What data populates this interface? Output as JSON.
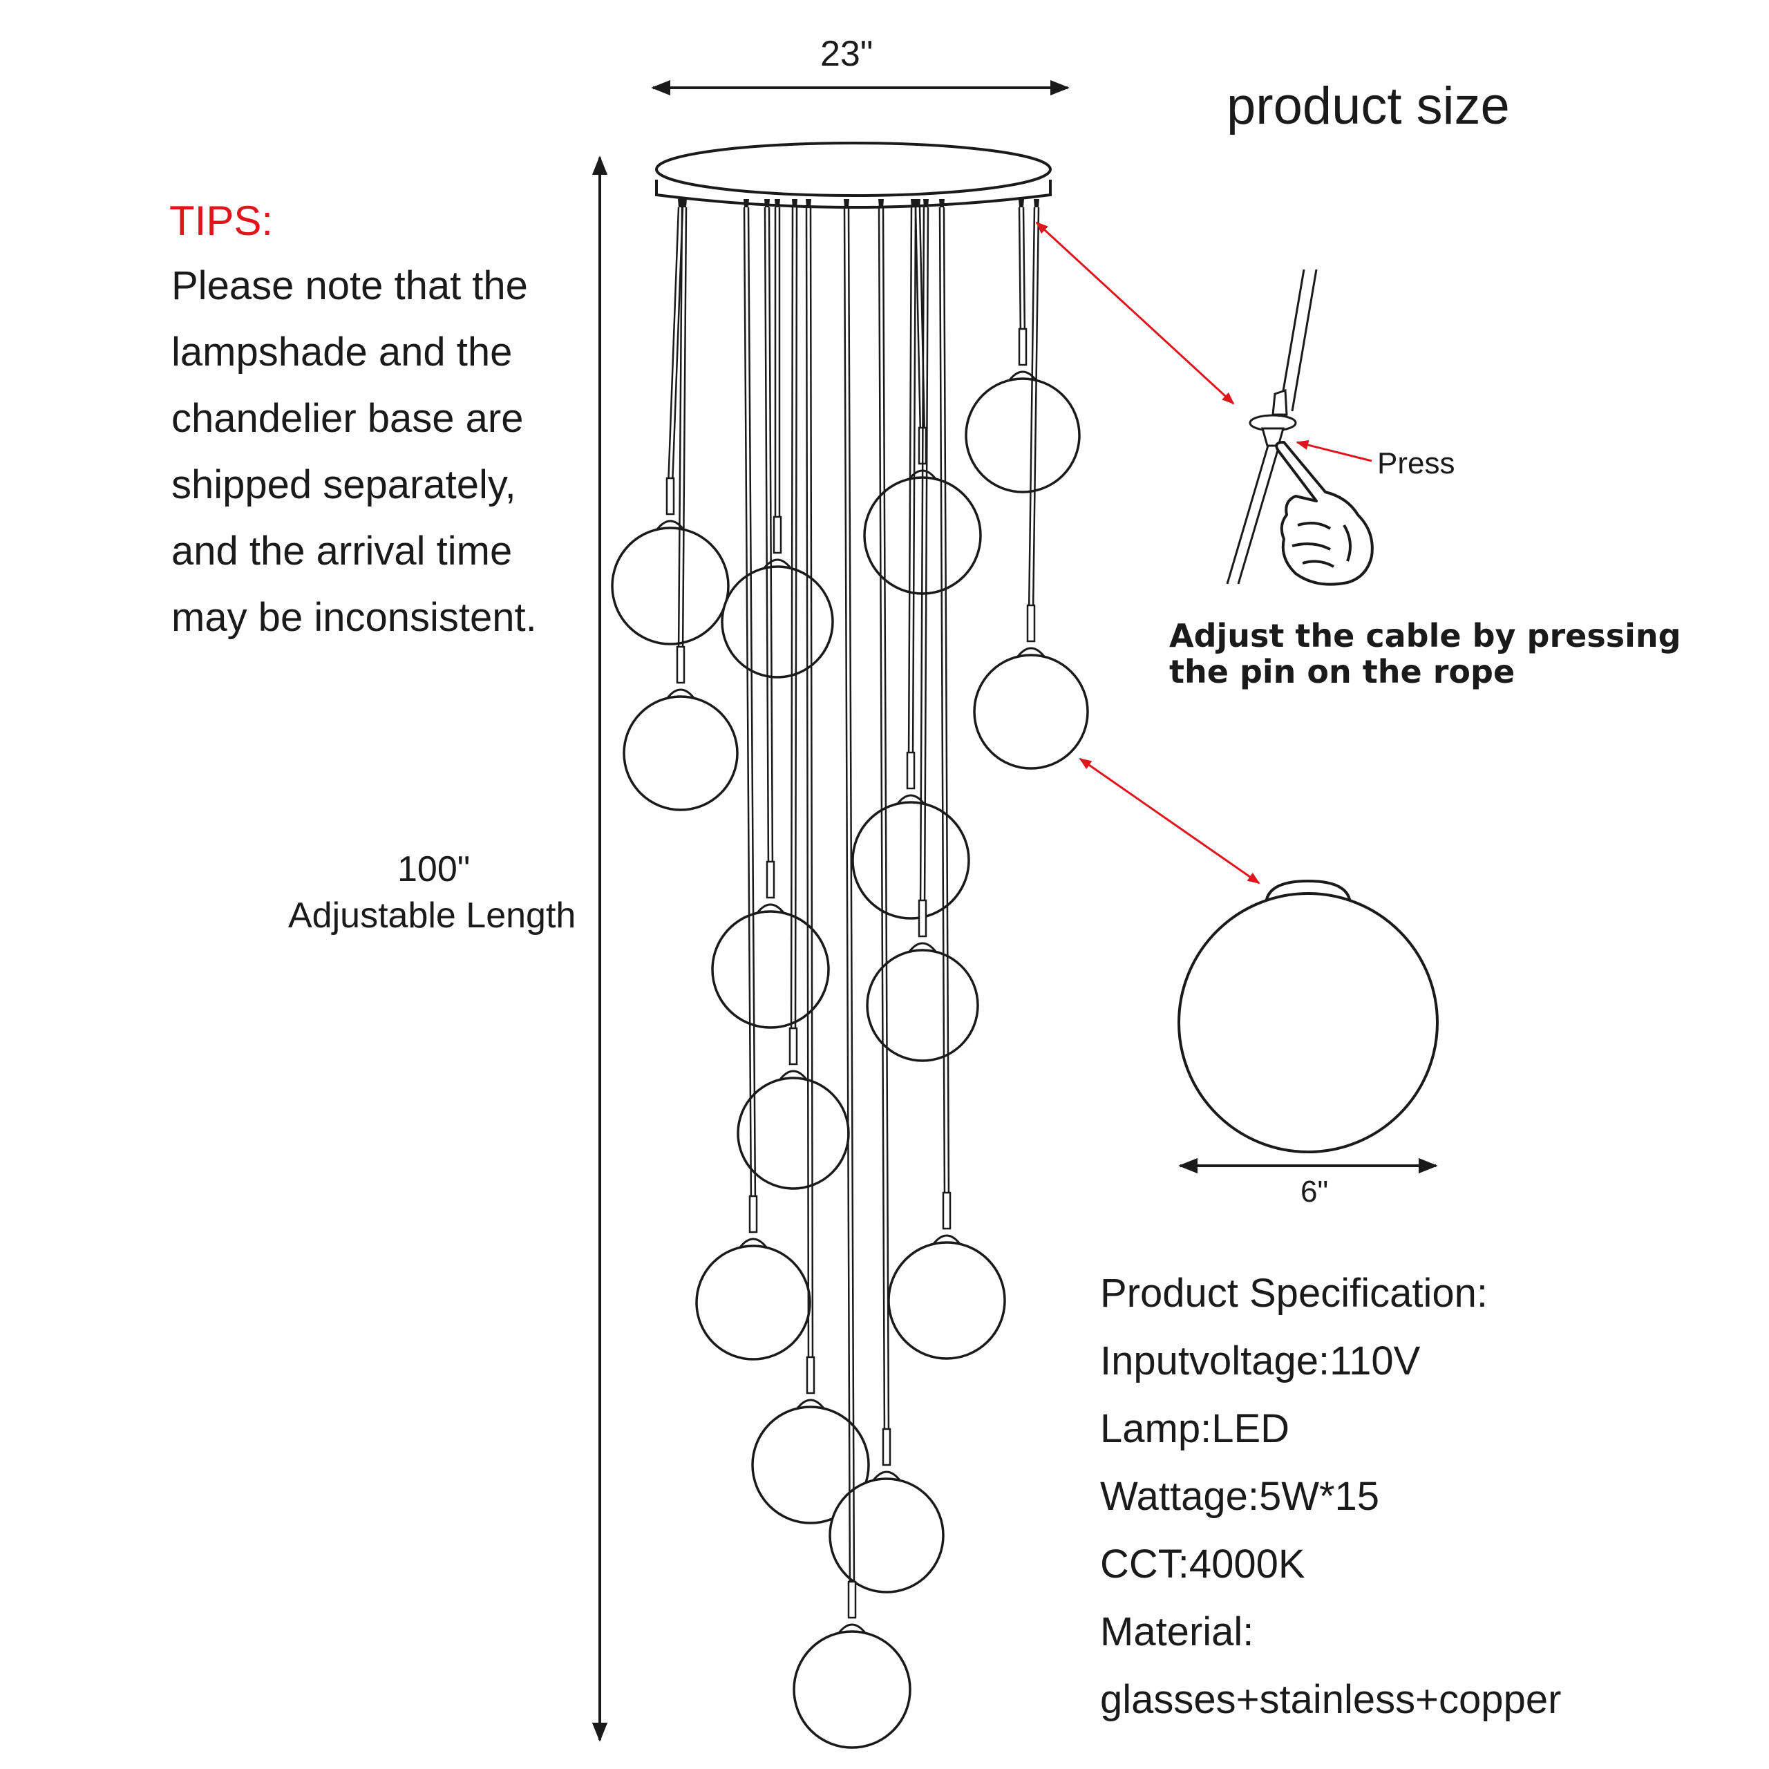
{
  "title": "product size",
  "tips": {
    "heading": "TIPS:",
    "lines": [
      "Please note that the",
      "lampshade and the",
      "chandelier base are",
      "shipped separately,",
      "and the arrival time",
      "may be inconsistent."
    ]
  },
  "dimensions": {
    "width": "23\"",
    "length": "100\"",
    "length_label": "Adjustable Length",
    "globe_diameter": "6\""
  },
  "adjust": {
    "press_label": "Press",
    "lines": [
      "Adjust the cable by pressing",
      "the pin on the rope"
    ]
  },
  "spec": {
    "heading": "Product Specification:",
    "lines": [
      "Inputvoltage:110V",
      "Lamp:LED",
      "Wattage:5W*15",
      "CCT:4000K",
      "Material:",
      "glasses+stainless+copper"
    ]
  },
  "colors": {
    "accent_red": "#e0141b",
    "line": "#1a1a1a"
  }
}
